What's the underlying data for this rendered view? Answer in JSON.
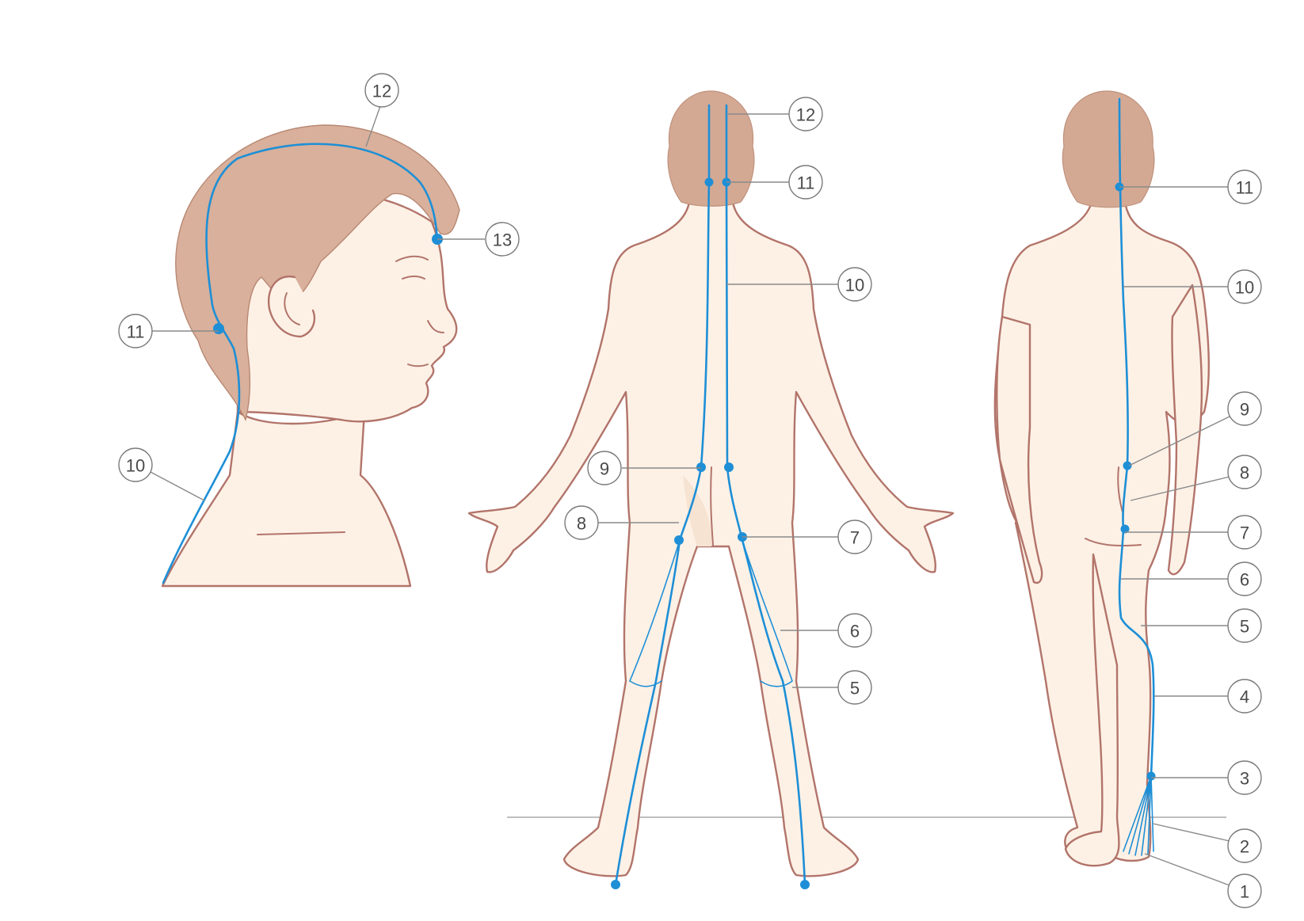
{
  "colors": {
    "meridian": "#1e8fd6",
    "skin_fill": "#fdf1e6",
    "skin_outline": "#b2746a",
    "hair": "#d9b09b"
  },
  "figures": {
    "head_profile": {
      "labels": {
        "l12": "12",
        "l13": "13",
        "l11": "11",
        "l10": "10"
      }
    },
    "back_view": {
      "labels": {
        "l12": "12",
        "l11": "11",
        "l10": "10",
        "l9": "9",
        "l8": "8",
        "l7": "7",
        "l6": "6",
        "l5": "5"
      }
    },
    "side_back_view": {
      "labels": {
        "l11": "11",
        "l10": "10",
        "l9": "9",
        "l8": "8",
        "l7": "7",
        "l6": "6",
        "l5": "5",
        "l4": "4",
        "l3": "3",
        "l2": "2",
        "l1": "1"
      }
    }
  }
}
